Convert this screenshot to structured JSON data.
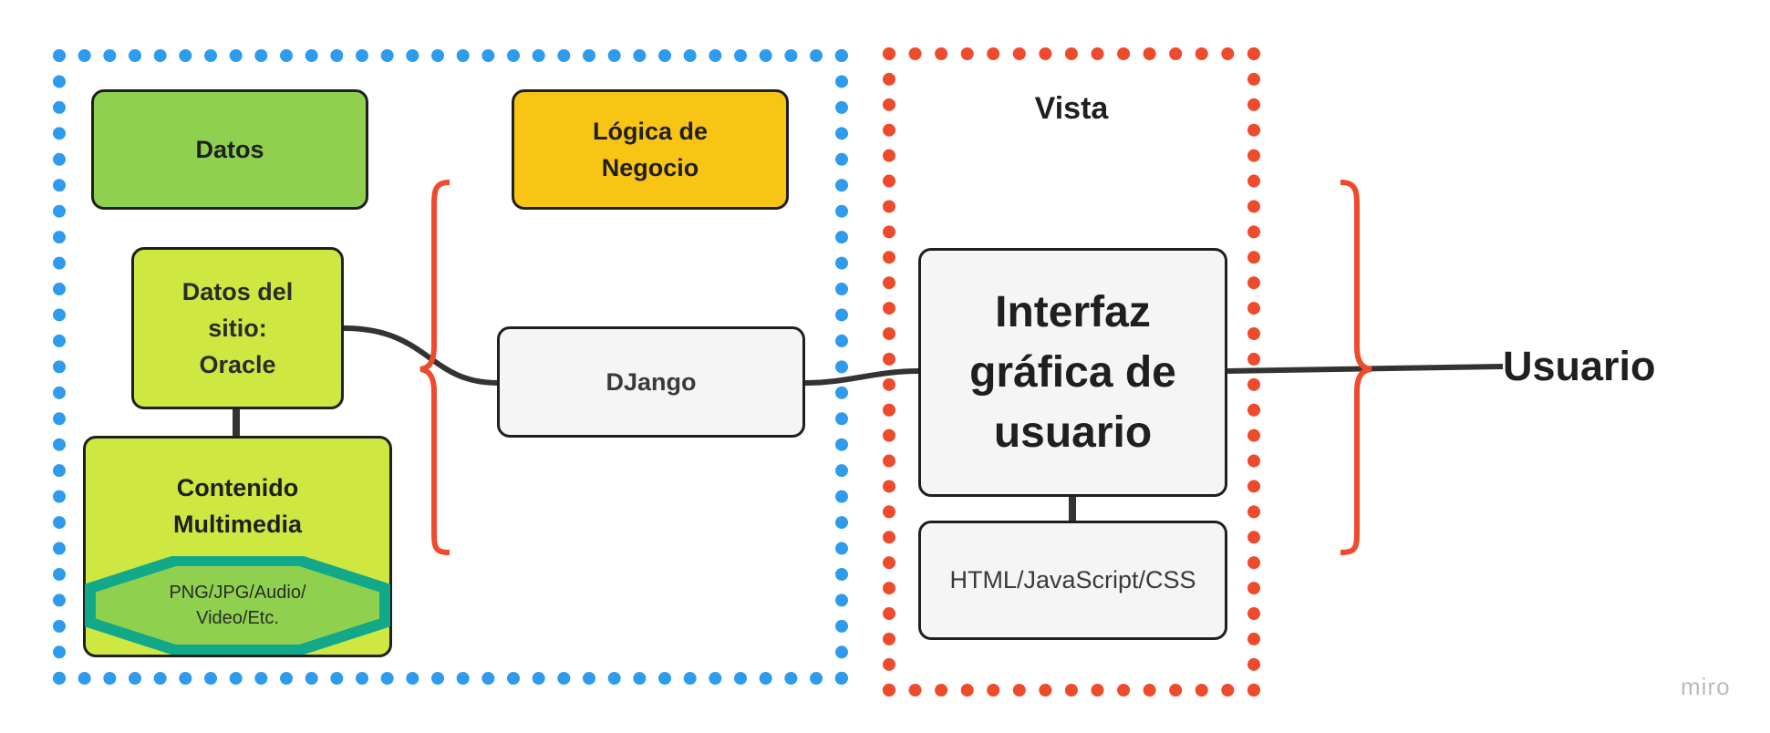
{
  "diagram": {
    "vista_title": "Vista",
    "nodes": {
      "datos": "Datos",
      "logica": "Lógica de Negocio",
      "sitio_line1": "Datos del",
      "sitio_line2": "sitio:",
      "sitio_line3": "Oracle",
      "multimedia": "Contenido Multimedia",
      "formats_line1": "PNG/JPG/Audio/",
      "formats_line2": "Video/Etc.",
      "django": "DJango",
      "gui": "Interfaz gráfica de usuario",
      "html": "HTML/JavaScript/CSS"
    },
    "user_label": "Usuario",
    "watermark": "miro"
  },
  "colors": {
    "blue_zone": "#2f9bec",
    "red_zone": "#ee4a2c",
    "green": "#8fd14f",
    "yellow": "#f9c514",
    "lime": "#cee741",
    "teal": "#12a88a",
    "light_gray": "#f5f5f5"
  }
}
